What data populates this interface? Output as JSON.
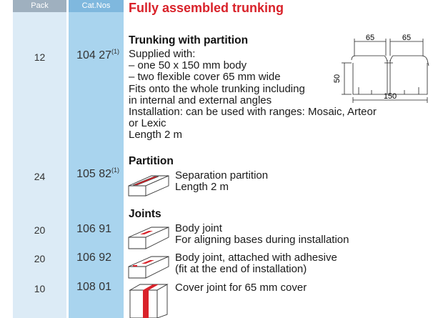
{
  "header": {
    "pack": "Pack",
    "cat": "Cat.Nos"
  },
  "title": "Fully assembled trunking",
  "sections": {
    "trunking": "Trunking with partition",
    "partition": "Partition",
    "joints": "Joints"
  },
  "rows": [
    {
      "pack": "12",
      "cat": "104 27",
      "note": "(1)"
    },
    {
      "pack": "24",
      "cat": "105 82",
      "note": "(1)"
    },
    {
      "pack": "20",
      "cat": "106 91",
      "note": ""
    },
    {
      "pack": "20",
      "cat": "106 92",
      "note": ""
    },
    {
      "pack": "10",
      "cat": "108 01",
      "note": ""
    }
  ],
  "trunking_desc": [
    "Supplied with:",
    "– one 50 x 150 mm body",
    "– two flexible cover 65 mm wide",
    "Fits onto the whole trunking including",
    "in internal and external angles",
    "Installation: can be used with ranges: Mosaic, Arteor",
    "or Lexic",
    "Length 2 m"
  ],
  "partition_desc": [
    "Separation partition",
    "Length 2 m"
  ],
  "joint1_desc": [
    "Body joint",
    "For aligning bases during installation"
  ],
  "joint2_desc": [
    "Body joint, attached with adhesive",
    "(fit at the end of installation)"
  ],
  "joint3_desc": [
    "Cover joint for 65 mm cover"
  ],
  "diagram": {
    "dim_left": "65",
    "dim_right": "65",
    "dim_height": "50",
    "dim_width": "150"
  },
  "colors": {
    "title": "#d9222a",
    "accent": "#d9222a",
    "pack_col": "#dcebf6",
    "cat_col": "#a9d4ee"
  }
}
